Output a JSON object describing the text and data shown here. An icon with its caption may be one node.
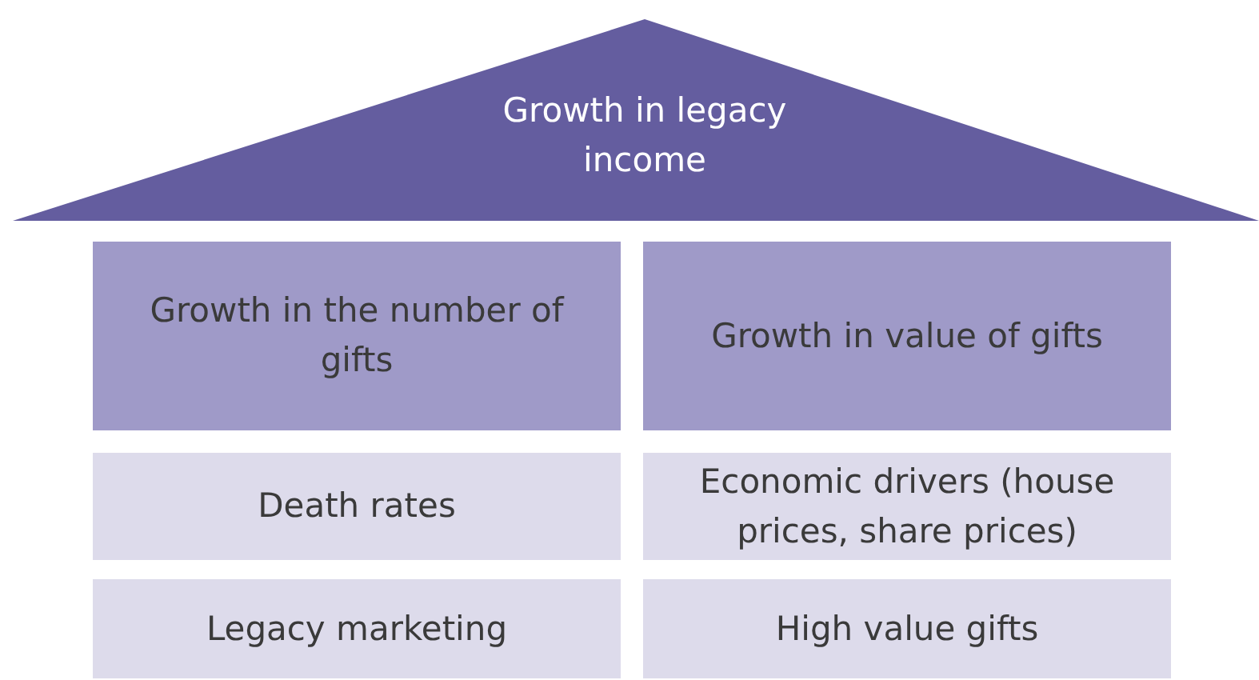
{
  "diagram": {
    "nodes": [
      {
        "text": [
          "Growth in legacy income"
        ]
      },
      {
        "text": [
          "Growth in the number of gifts"
        ]
      },
      {
        "text": [
          "Growth in value of gifts"
        ]
      },
      {
        "text": [
          "Death rates"
        ]
      },
      {
        "text": [
          "Economic drivers (house prices, share prices)"
        ]
      },
      {
        "text": [
          "Legacy marketing"
        ]
      },
      {
        "text": [
          "High value gifts"
        ]
      }
    ]
  }
}
